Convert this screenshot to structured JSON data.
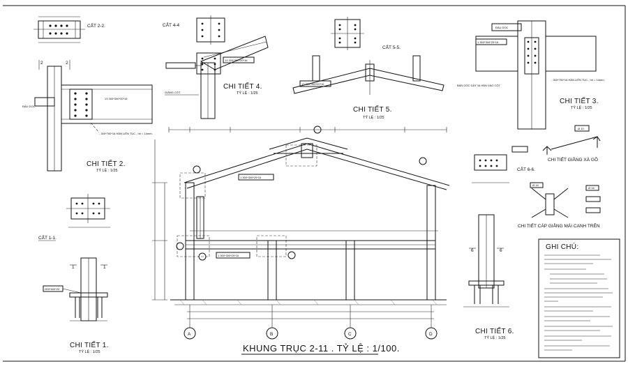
{
  "colors": {
    "ink": "#111111",
    "paper": "#ffffff",
    "leader": "#333333"
  },
  "details": {
    "d1": {
      "title": "CHI TIẾT 1.",
      "scale": "TỶ LỆ : 1/25",
      "label": "-500*600*20"
    },
    "d2": {
      "title": "CHI TIẾT 2.",
      "scale": "TỶ LỆ : 1/25",
      "label1": "13 300*300*20*16",
      "label2": "- 300*750*16 HÀN LIÊN TỤC , hh = 14mm.",
      "label3": "ĐẦU DỌC"
    },
    "d3": {
      "title": "CHI TIẾT 3.",
      "scale": "TỶ LỆ : 1/25",
      "label1": "1 300*300*20*16",
      "label2": "- 300*750*16 HÀN LIÊN TỤC , hh = 14mm.",
      "label3": "BẢN GÓC DÀY 16 HÀN VÀO CỘT",
      "label4": "ĐẦU DỌC"
    },
    "d4": {
      "title": "CHI TIẾT 4.",
      "scale": "TỶ LỆ : 1/25",
      "label1": "13 300*300*20*16",
      "label2": "GIẰNG CỘT"
    },
    "d5": {
      "title": "CHI TIẾT 5.",
      "scale": "TỶ LỆ : 1/25",
      "label1": "13 300*300*20*16"
    },
    "d6": {
      "title": "CHI TIẾT 6.",
      "scale": "TỶ LỆ : 1/25"
    },
    "purlin": {
      "title": "CHI TIẾT GIẰNG XÀ GỒ",
      "label": "Ø 10"
    },
    "bracing": {
      "title": "CHI TIẾT CÁP GIẰNG MÁI CẠNH TRÊN",
      "label1": "Ø 16",
      "label2": "Ø 16"
    }
  },
  "sections": {
    "s11": "CẮT 1-1.",
    "s22": "CẮT 2-2.",
    "s44": "CẮT 4-4",
    "s55": "CẮT 5-5.",
    "s66": "CẮT 6-6."
  },
  "frame": {
    "title": "KHUNG TRỤC 2-11 . TỶ LỆ : 1/100.",
    "axes": [
      "A",
      "B",
      "C",
      "D"
    ],
    "beam_label": "1 300*300*20*16"
  },
  "notes": {
    "heading": "GHI CHÚ:"
  }
}
